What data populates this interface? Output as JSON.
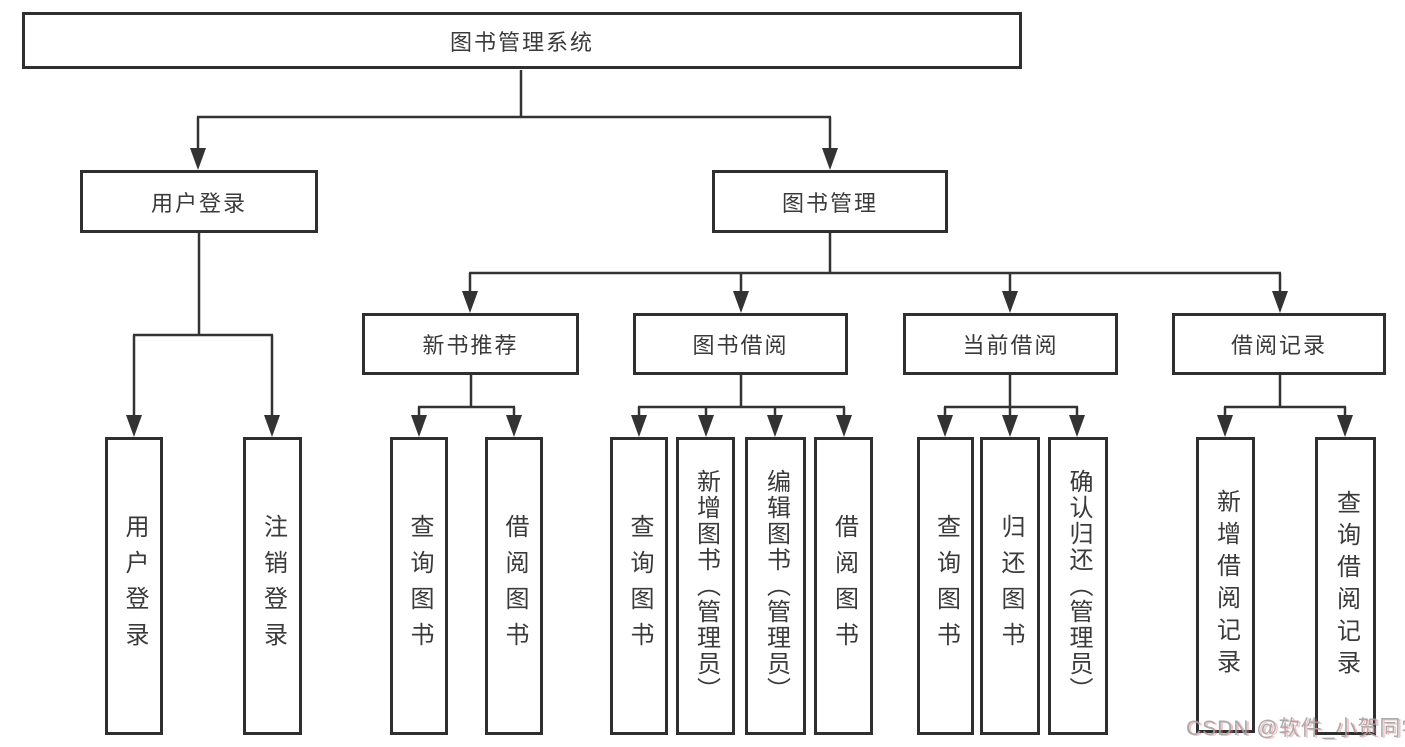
{
  "diagram": {
    "labels": {
      "root": "图书管理系统",
      "user_login": "用户登录",
      "book_mgmt": "图书管理",
      "new_books": "新书推荐",
      "book_borrow": "图书借阅",
      "current_borrow": "当前借阅",
      "borrow_records": "借阅记录",
      "ul_login": "用户登录",
      "ul_logout": "注销登录",
      "nb_query": "查询图书",
      "nb_borrow": "借阅图书",
      "bb_query": "查询图书",
      "bb_add": "新增图书（管理员）",
      "bb_edit": "编辑图书（管理员）",
      "bb_borrow": "借阅图书",
      "cb_query": "查询图书",
      "cb_return": "归还图书",
      "cb_confirm": "确认归还（管理员）",
      "br_add": "新增借阅记录",
      "br_query": "查询借阅记录"
    },
    "colors": {
      "line": "#333333",
      "border": "#2f2f2f",
      "text": "#3a3a3a",
      "background": "#ffffff",
      "watermark": "#a3a3a3"
    }
  },
  "watermark": {
    "text": "CSDN @软件_小贺同学"
  }
}
